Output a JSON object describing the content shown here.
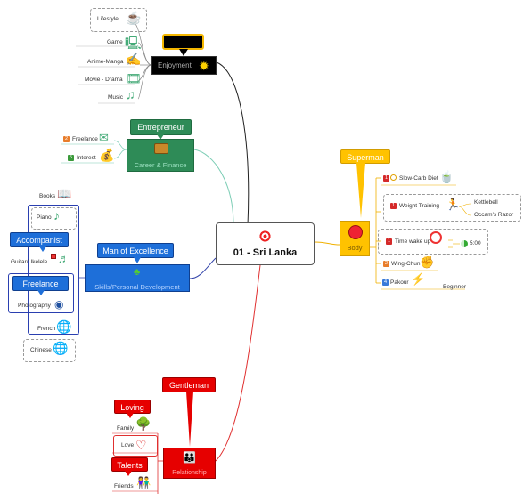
{
  "central": {
    "title": "01 -   Sri Lanka"
  },
  "enjoyment": {
    "title": "Enjoyment",
    "items": [
      "Lifestyle",
      "Game",
      "Anime-Manga",
      "Movie - Drama",
      "Music"
    ]
  },
  "career": {
    "title": "Career & Finance",
    "callout": "Entrepreneur",
    "items": [
      {
        "label": "Freelance",
        "marker": "2"
      },
      {
        "label": "Interest",
        "marker": "5"
      }
    ]
  },
  "skills": {
    "title": "Skills/Personal Development",
    "callout": "Man of Excellence",
    "items": [
      "Books",
      "Piano",
      "Guitar/Ukelele",
      "Photography",
      "French",
      "Chinese"
    ],
    "callout_accompanist": "Accompanist",
    "callout_freelance": "Freelance"
  },
  "body": {
    "title": "Body",
    "callout": "Superman",
    "items": [
      {
        "label": "Slow-Carb Diet",
        "marker": "1"
      },
      {
        "label": "Weight Training",
        "marker": "1",
        "children": [
          "Kettlebell",
          "Occam's Razor"
        ]
      },
      {
        "label": "Time wake up",
        "marker": "1",
        "value": "5:00"
      },
      {
        "label": "Wing-Chun",
        "marker": "2"
      },
      {
        "label": "Pakour",
        "marker": "4",
        "child": "Beginner"
      }
    ]
  },
  "relationship": {
    "title": "Relationship",
    "callout": "Gentleman",
    "items": [
      "Family",
      "Love",
      "Friends"
    ],
    "callout_loving": "Loving",
    "callout_talents": "Talents"
  },
  "colors": {
    "enjoyment": "#000000",
    "career": "#2e8b57",
    "skills": "#1e6fd9",
    "body": "#ffc200",
    "relationship": "#e60000"
  }
}
